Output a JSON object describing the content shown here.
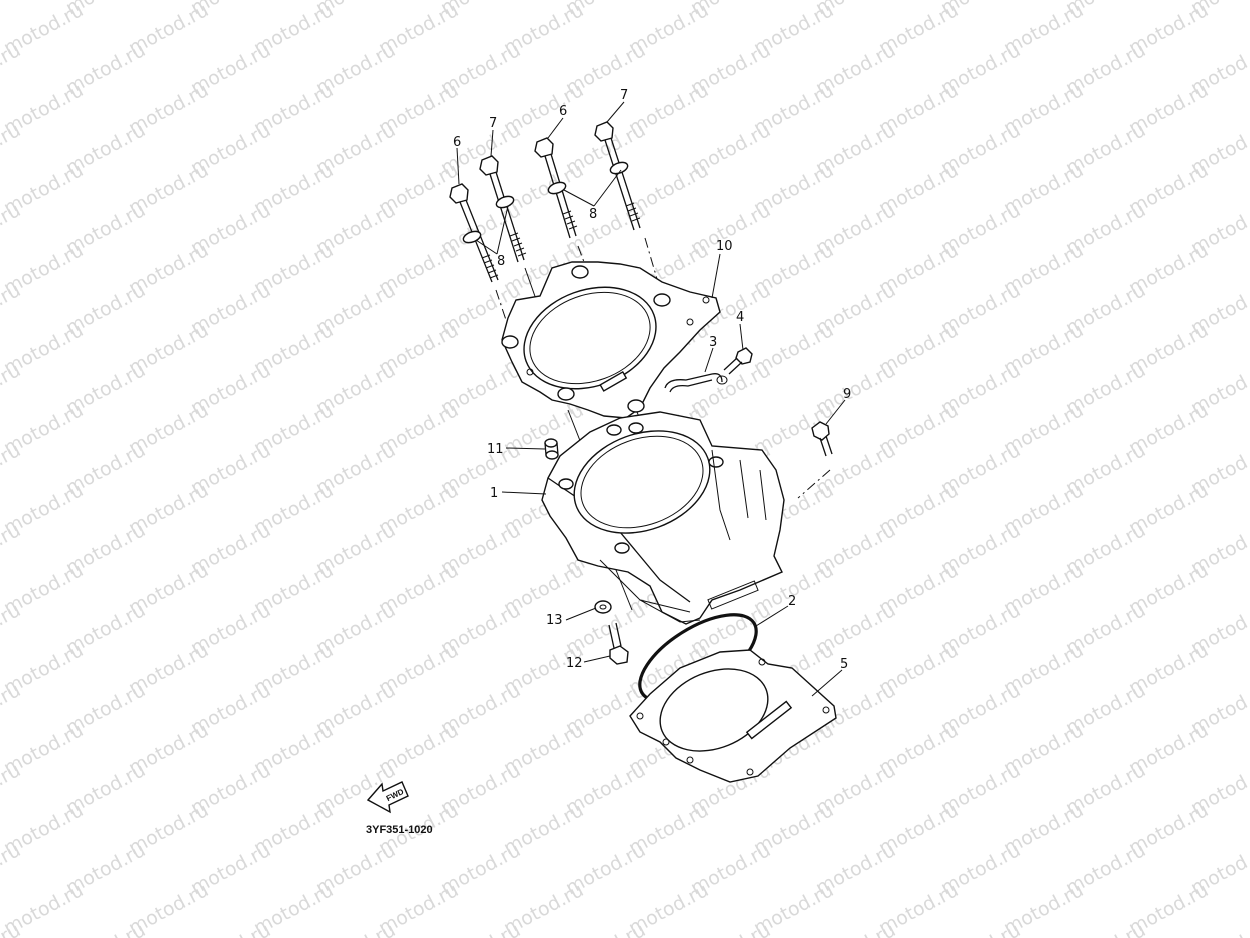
{
  "watermark": {
    "text": "motod.ru",
    "color": "#d9d9d9"
  },
  "diagram_code": "3YF351-1020",
  "fwd_badge": "FWD",
  "labels": {
    "p1": "1",
    "p2": "2",
    "p3": "3",
    "p4": "4",
    "p5": "5",
    "p6a": "6",
    "p6b": "6",
    "p7a": "7",
    "p7b": "7",
    "p8a": "8",
    "p8b": "8",
    "p9": "9",
    "p10": "10",
    "p11": "11",
    "p12": "12",
    "p13": "13"
  }
}
